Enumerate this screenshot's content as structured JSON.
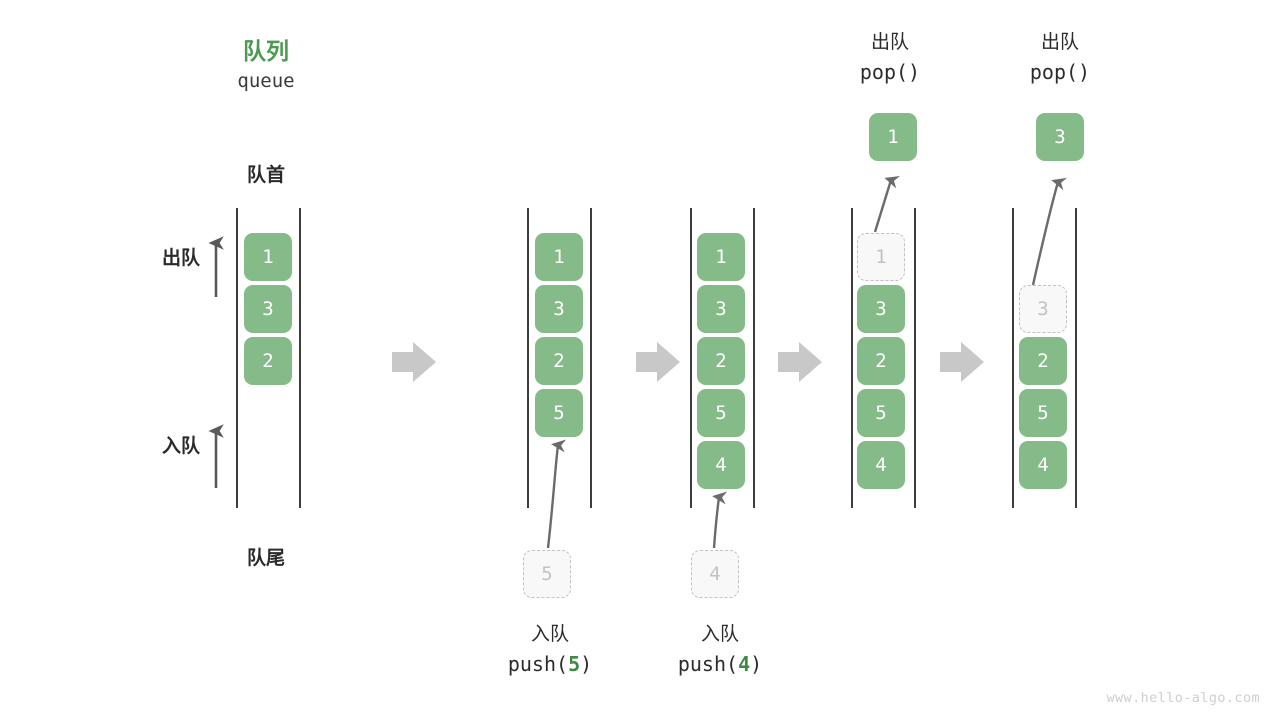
{
  "diagram": {
    "title_cn": "队列",
    "title_en": "queue",
    "front_label": "队首",
    "rear_label": "队尾",
    "dequeue_label": "出队",
    "enqueue_label": "入队",
    "accent_green": "#4e9a51",
    "cell_green": "#84bb88",
    "ghost_gray": "#c2c2c2",
    "arrow_gray": "#c8c8c8",
    "watermark": "www.hello-algo.com"
  },
  "steps": [
    {
      "id": "initial",
      "cells": [
        {
          "value": "1",
          "state": "filled"
        },
        {
          "value": "3",
          "state": "filled"
        },
        {
          "value": "2",
          "state": "filled"
        }
      ],
      "caption_cn": "",
      "caption_code": "",
      "caption_arg": ""
    },
    {
      "id": "push-5",
      "cells": [
        {
          "value": "1",
          "state": "filled"
        },
        {
          "value": "3",
          "state": "filled"
        },
        {
          "value": "2",
          "state": "filled"
        },
        {
          "value": "5",
          "state": "filled"
        }
      ],
      "incoming": {
        "value": "5"
      },
      "caption_cn": "入队",
      "caption_code_prefix": "push(",
      "caption_arg": "5",
      "caption_code_suffix": ")"
    },
    {
      "id": "push-4",
      "cells": [
        {
          "value": "1",
          "state": "filled"
        },
        {
          "value": "3",
          "state": "filled"
        },
        {
          "value": "2",
          "state": "filled"
        },
        {
          "value": "5",
          "state": "filled"
        },
        {
          "value": "4",
          "state": "filled"
        }
      ],
      "incoming": {
        "value": "4"
      },
      "caption_cn": "入队",
      "caption_code_prefix": "push(",
      "caption_arg": "4",
      "caption_code_suffix": ")"
    },
    {
      "id": "pop-1",
      "cells": [
        {
          "value": "1",
          "state": "ghost"
        },
        {
          "value": "3",
          "state": "filled"
        },
        {
          "value": "2",
          "state": "filled"
        },
        {
          "value": "5",
          "state": "filled"
        },
        {
          "value": "4",
          "state": "filled"
        }
      ],
      "popped": {
        "value": "1"
      },
      "header_cn": "出队",
      "header_code": "pop()"
    },
    {
      "id": "pop-3",
      "cells": [
        {
          "value": "",
          "state": "empty"
        },
        {
          "value": "3",
          "state": "ghost"
        },
        {
          "value": "2",
          "state": "filled"
        },
        {
          "value": "5",
          "state": "filled"
        },
        {
          "value": "4",
          "state": "filled"
        }
      ],
      "popped": {
        "value": "3"
      },
      "header_cn": "出队",
      "header_code": "pop()"
    }
  ]
}
